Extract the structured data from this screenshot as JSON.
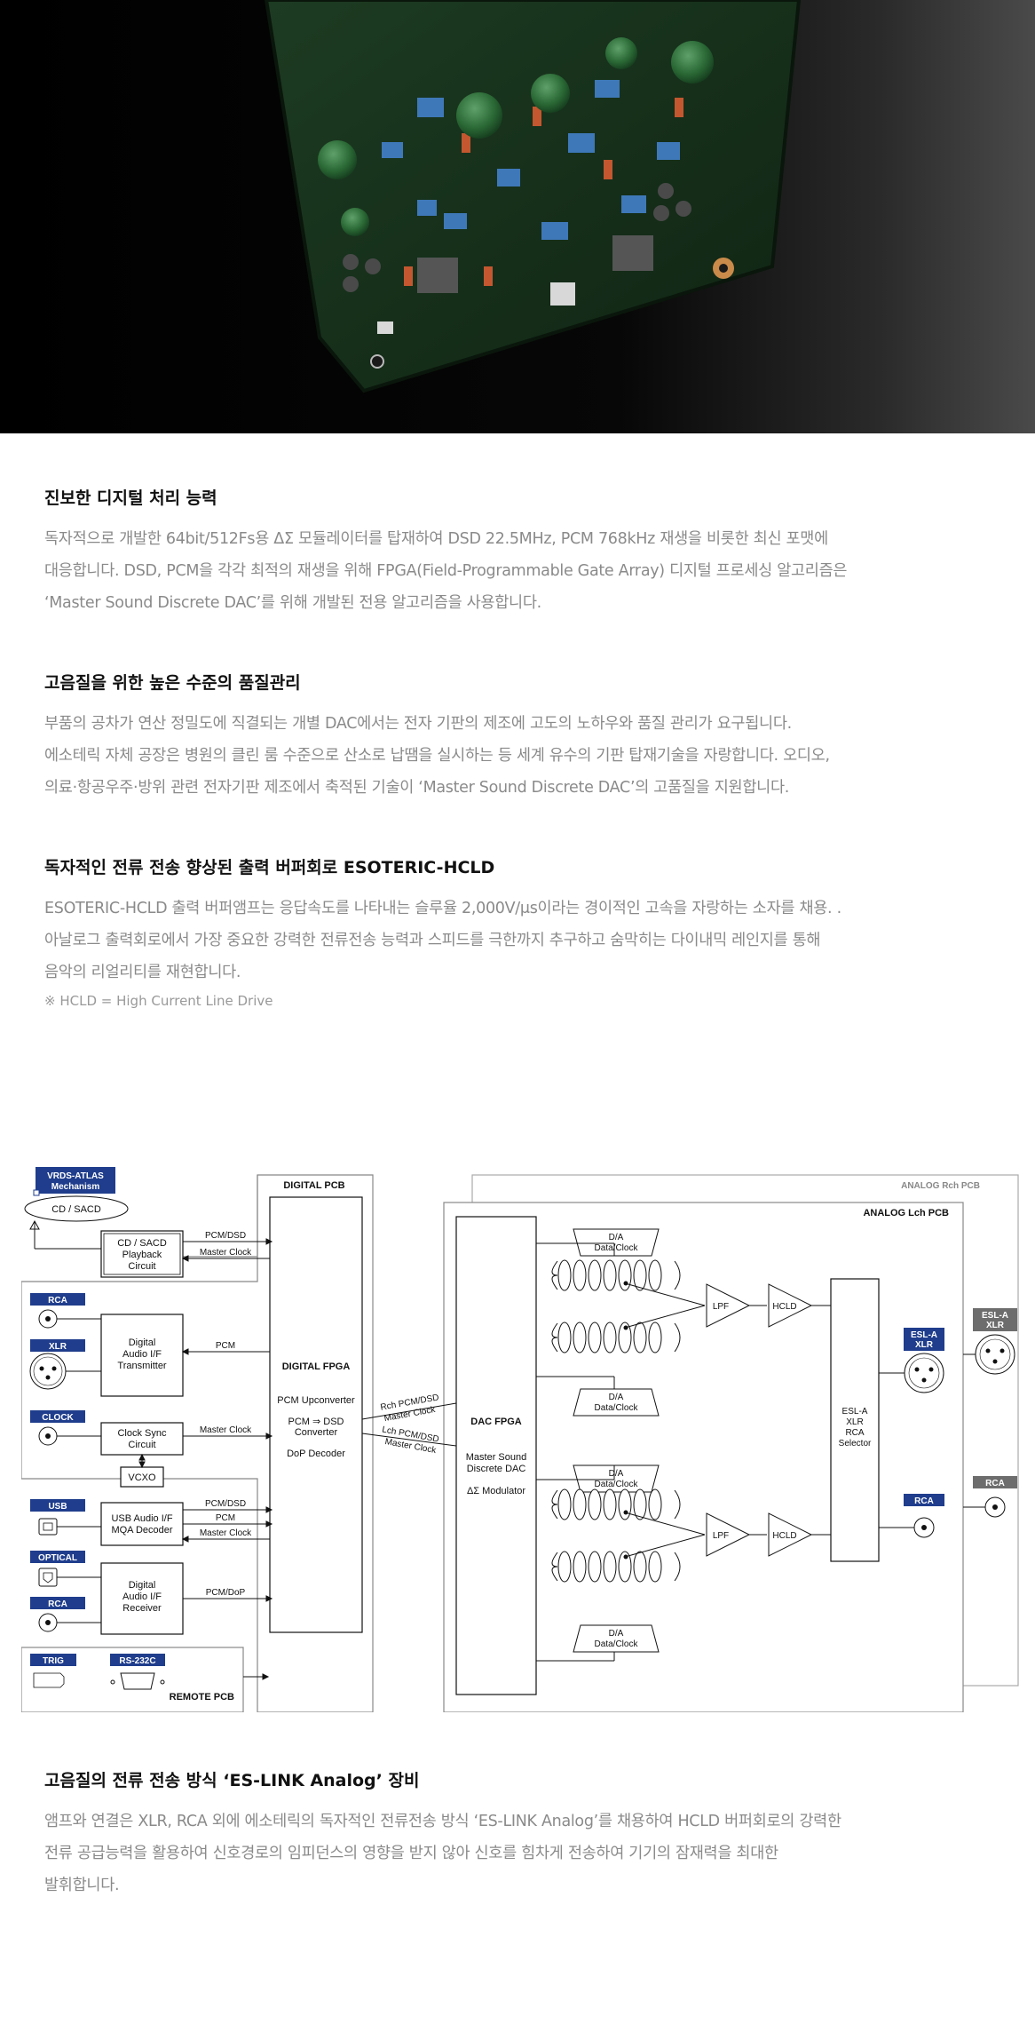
{
  "sections": [
    {
      "title": "진보한 디지털 처리 능력",
      "lines": [
        "독자적으로 개발한 64bit/512Fs용 ΔΣ 모듈레이터를 탑재하여 DSD 22.5MHz, PCM 768kHz 재생을 비롯한 최신 포맷에",
        "대응합니다. DSD, PCM을 각각 최적의 재생을 위해 FPGA(Field-Programmable Gate Array) 디지털 프로세싱 알고리즘은",
        "‘Master Sound Discrete DAC’를 위해 개발된 전용 알고리즘을 사용합니다."
      ]
    },
    {
      "title": "고음질을 위한 높은 수준의 품질관리",
      "lines": [
        "부품의 공차가 연산 정밀도에 직결되는 개별 DAC에서는 전자 기판의 제조에 고도의 노하우와 품질 관리가 요구됩니다.",
        "에소테릭 자체 공장은 병원의 클린 룸 수준으로 산소로 납땜을 실시하는 등 세계 유수의 기판 탑재기술을 자랑합니다. 오디오,",
        "의료·항공우주·방위 관련 전자기판 제조에서 축적된 기술이 ‘Master Sound Discrete DAC’의 고품질을 지원합니다."
      ]
    },
    {
      "title": "독자적인 전류 전송 향상된 출력 버퍼회로 ESOTERIC-HCLD",
      "lines": [
        "ESOTERIC-HCLD 출력 버퍼앰프는 응답속도를 나타내는 슬루율 2,000V/μs이라는 경이적인 고속을 자랑하는 소자를 채용. .",
        "아날로그 출력회로에서 가장 중요한 강력한 전류전송 능력과 스피드를 극한까지 추구하고 숨막히는 다이내믹 레인지를 통해",
        "음악의 리얼리티를 재현합니다."
      ],
      "note": "※ HCLD = High Current Line Drive"
    },
    {
      "title": "고음질의 전류 전송 방식 ‘ES-LINK Analog’ 장비",
      "lines": [
        "앰프와 연결은 XLR, RCA 외에 에소테릭의 독자적인 전류전송 방식 ‘ES-LINK Analog’를 채용하여 HCLD 버퍼회로의 강력한",
        "전류 공급능력을 활용하여 신호경로의 임피던스의 영향을 받지 않아 신호를 힘차게 전송하여 기기의 잠재력을 최대한",
        "발휘합니다."
      ]
    }
  ],
  "diagram": {
    "vrds_line1": "VRDS-ATLAS",
    "vrds_line2": "Mechanism",
    "cd_sacd": "CD / SACD",
    "playback": [
      "CD / SACD",
      "Playback",
      "Circuit"
    ],
    "digital_pcb": "DIGITAL PCB",
    "analog_rch": "ANALOG Rch PCB",
    "analog_lch": "ANALOG Lch PCB",
    "pcm_dsd": "PCM/DSD",
    "master_clock": "Master Clock",
    "pcm": "PCM",
    "pcm_dop": "PCM/DoP",
    "rca": "RCA",
    "xlr": "XLR",
    "clock": "CLOCK",
    "usb": "USB",
    "optical": "OPTICAL",
    "trig": "TRIG",
    "rs232c": "RS-232C",
    "remote_pcb": "REMOTE PCB",
    "dai_tx": [
      "Digital",
      "Audio I/F",
      "Transmitter"
    ],
    "clock_sync": [
      "Clock Sync",
      "Circuit"
    ],
    "vcxo": "VCXO",
    "usb_if": [
      "USB Audio I/F",
      "MQA Decoder"
    ],
    "dai_rx": [
      "Digital",
      "Audio I/F",
      "Receiver"
    ],
    "digital_fpga": "DIGITAL FPGA",
    "pcm_upconverter": "PCM Upconverter",
    "pcm_dsd_conv": [
      "PCM ⇒ DSD",
      "Converter"
    ],
    "dop_decoder": "DoP Decoder",
    "rch_pcm_dsd": "Rch PCM/DSD",
    "lch_pcm_dsd": "Lch PCM/DSD",
    "dac_fpga": "DAC FPGA",
    "msd_dac": [
      "Master Sound",
      "Discrete DAC"
    ],
    "ds_modulator": "ΔΣ Modulator",
    "da": "D/A",
    "data_clock": "Data/Clock",
    "lpf": "LPF",
    "hcld": "HCLD",
    "selector": [
      "ESL-A",
      "XLR",
      "RCA",
      "Selector"
    ],
    "esla_xlr": [
      "ESL-A",
      "XLR"
    ],
    "colors": {
      "tag": "#1f3d8c",
      "gray_tag": "#6d6d6d"
    }
  }
}
